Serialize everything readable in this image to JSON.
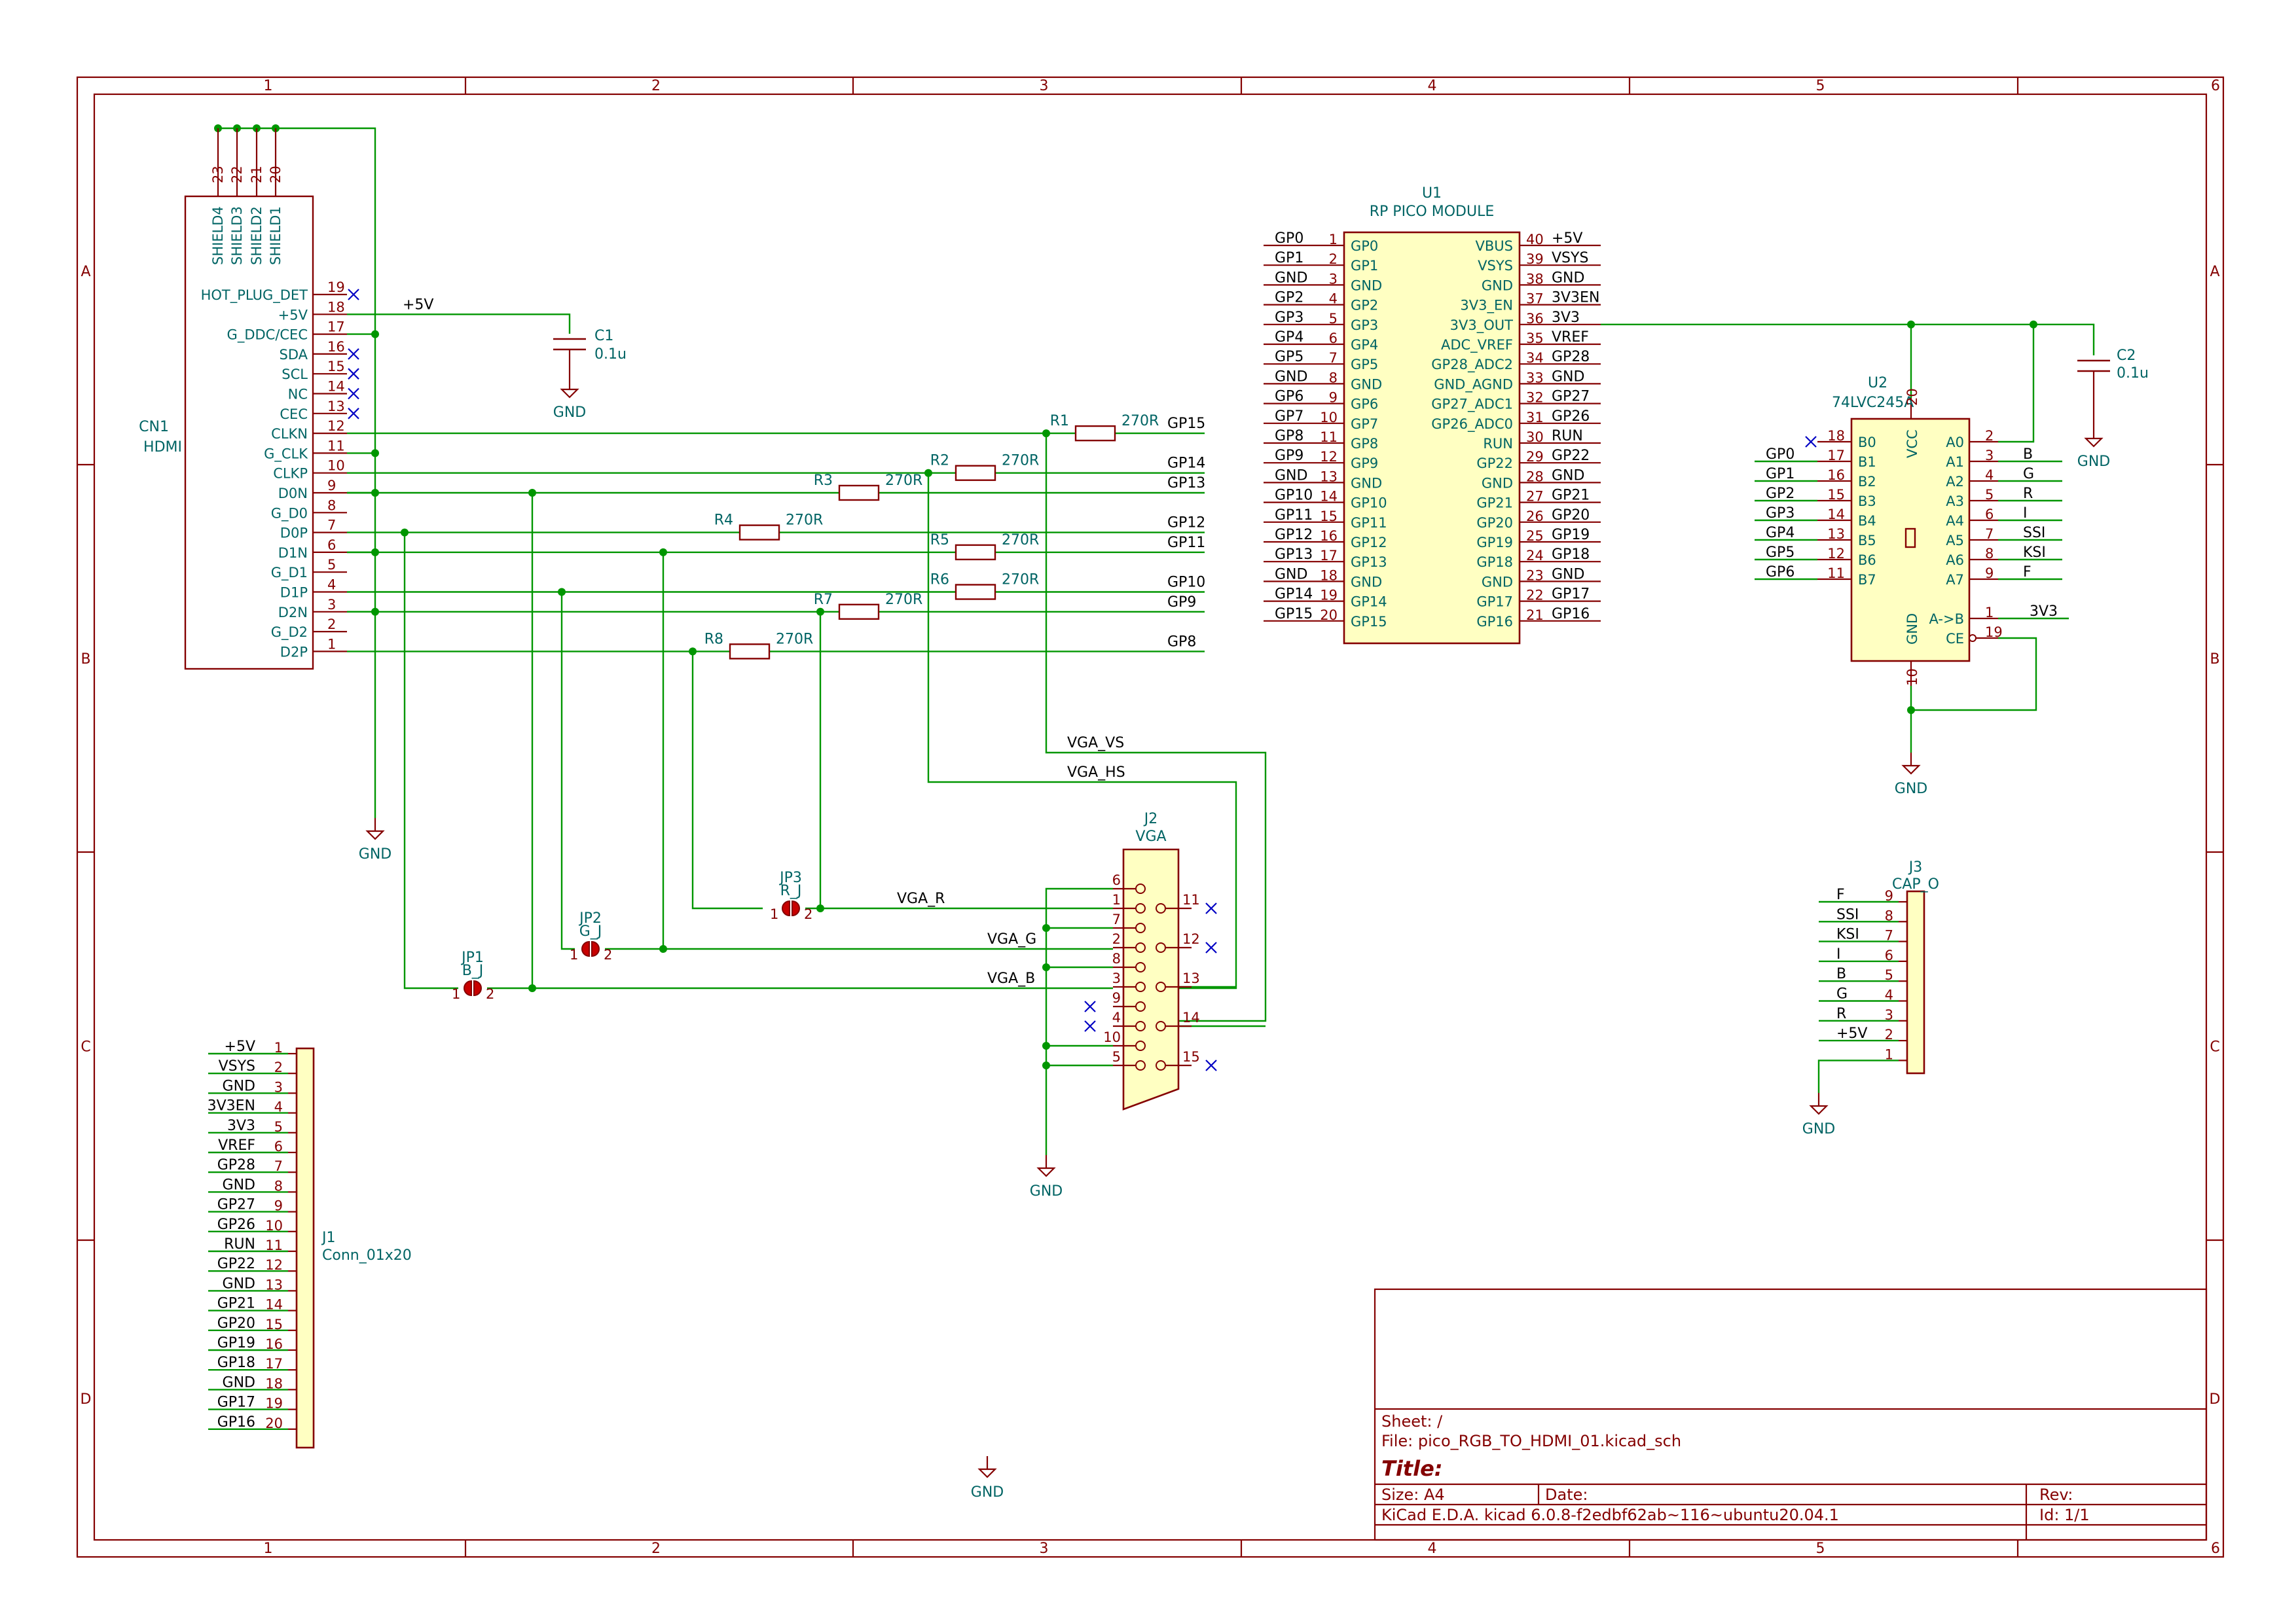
{
  "frame": {
    "cols": [
      "1",
      "2",
      "3",
      "4",
      "5",
      "6"
    ],
    "rows": [
      "A",
      "B",
      "C",
      "D"
    ]
  },
  "cn1": {
    "ref": "CN1",
    "value": "HDMI",
    "top_pins": [
      {
        "num": "23",
        "name": "SHIELD4"
      },
      {
        "num": "22",
        "name": "SHIELD3"
      },
      {
        "num": "21",
        "name": "SHIELD2"
      },
      {
        "num": "20",
        "name": "SHIELD1"
      }
    ],
    "pins": [
      {
        "num": "19",
        "name": "HOT_PLUG_DET"
      },
      {
        "num": "18",
        "name": "+5V"
      },
      {
        "num": "17",
        "name": "G_DDC/CEC"
      },
      {
        "num": "16",
        "name": "SDA"
      },
      {
        "num": "15",
        "name": "SCL"
      },
      {
        "num": "14",
        "name": "NC"
      },
      {
        "num": "13",
        "name": "CEC"
      },
      {
        "num": "12",
        "name": "CLKN"
      },
      {
        "num": "11",
        "name": "G_CLK"
      },
      {
        "num": "10",
        "name": "CLKP"
      },
      {
        "num": "9",
        "name": "D0N"
      },
      {
        "num": "8",
        "name": "G_D0"
      },
      {
        "num": "7",
        "name": "D0P"
      },
      {
        "num": "6",
        "name": "D1N"
      },
      {
        "num": "5",
        "name": "G_D1"
      },
      {
        "num": "4",
        "name": "D1P"
      },
      {
        "num": "3",
        "name": "D2N"
      },
      {
        "num": "2",
        "name": "G_D2"
      },
      {
        "num": "1",
        "name": "D2P"
      }
    ]
  },
  "c1": {
    "ref": "C1",
    "value": "0.1u",
    "net": "+5V",
    "gnd": "GND"
  },
  "c2": {
    "ref": "C2",
    "value": "0.1u",
    "gnd": "GND"
  },
  "resistors": [
    {
      "ref": "R1",
      "value": "270R"
    },
    {
      "ref": "R2",
      "value": "270R"
    },
    {
      "ref": "R3",
      "value": "270R"
    },
    {
      "ref": "R4",
      "value": "270R"
    },
    {
      "ref": "R5",
      "value": "270R"
    },
    {
      "ref": "R6",
      "value": "270R"
    },
    {
      "ref": "R7",
      "value": "270R"
    },
    {
      "ref": "R8",
      "value": "270R"
    }
  ],
  "gp_labels": [
    "GP15",
    "GP14",
    "GP13",
    "GP12",
    "GP11",
    "GP10",
    "GP9",
    "GP8"
  ],
  "nets": {
    "vga_vs": "VGA_VS",
    "vga_hs": "VGA_HS",
    "vga_r": "VGA_R",
    "vga_g": "VGA_G",
    "vga_b": "VGA_B",
    "gnd": "GND",
    "v3v3": "3V3"
  },
  "jumpers": [
    {
      "ref": "JP1",
      "value": "B_J",
      "p1": "1",
      "p2": "2"
    },
    {
      "ref": "JP2",
      "value": "G_J",
      "p1": "1",
      "p2": "2"
    },
    {
      "ref": "JP3",
      "value": "R_J",
      "p1": "1",
      "p2": "2"
    }
  ],
  "j2": {
    "ref": "J2",
    "value": "VGA",
    "left_pins": [
      "6",
      "1",
      "7",
      "2",
      "8",
      "3",
      "9",
      "4",
      "10",
      "5"
    ],
    "right_pins": [
      "11",
      "12",
      "13",
      "14",
      "15"
    ]
  },
  "u1": {
    "ref": "U1",
    "value": "RP PICO MODULE",
    "left": [
      {
        "num": "1",
        "name": "GP0",
        "net": "GP0"
      },
      {
        "num": "2",
        "name": "GP1",
        "net": "GP1"
      },
      {
        "num": "3",
        "name": "GND",
        "net": "GND"
      },
      {
        "num": "4",
        "name": "GP2",
        "net": "GP2"
      },
      {
        "num": "5",
        "name": "GP3",
        "net": "GP3"
      },
      {
        "num": "6",
        "name": "GP4",
        "net": "GP4"
      },
      {
        "num": "7",
        "name": "GP5",
        "net": "GP5"
      },
      {
        "num": "8",
        "name": "GND",
        "net": "GND"
      },
      {
        "num": "9",
        "name": "GP6",
        "net": "GP6"
      },
      {
        "num": "10",
        "name": "GP7",
        "net": "GP7"
      },
      {
        "num": "11",
        "name": "GP8",
        "net": "GP8"
      },
      {
        "num": "12",
        "name": "GP9",
        "net": "GP9"
      },
      {
        "num": "13",
        "name": "GND",
        "net": "GND"
      },
      {
        "num": "14",
        "name": "GP10",
        "net": "GP10"
      },
      {
        "num": "15",
        "name": "GP11",
        "net": "GP11"
      },
      {
        "num": "16",
        "name": "GP12",
        "net": "GP12"
      },
      {
        "num": "17",
        "name": "GP13",
        "net": "GP13"
      },
      {
        "num": "18",
        "name": "GND",
        "net": "GND"
      },
      {
        "num": "19",
        "name": "GP14",
        "net": "GP14"
      },
      {
        "num": "20",
        "name": "GP15",
        "net": "GP15"
      }
    ],
    "right": [
      {
        "num": "40",
        "name": "VBUS",
        "net": "+5V"
      },
      {
        "num": "39",
        "name": "VSYS",
        "net": "VSYS"
      },
      {
        "num": "38",
        "name": "GND",
        "net": "GND"
      },
      {
        "num": "37",
        "name": "3V3_EN",
        "net": "3V3EN"
      },
      {
        "num": "36",
        "name": "3V3_OUT",
        "net": "3V3"
      },
      {
        "num": "35",
        "name": "ADC_VREF",
        "net": "VREF"
      },
      {
        "num": "34",
        "name": "GP28_ADC2",
        "net": "GP28"
      },
      {
        "num": "33",
        "name": "GND_AGND",
        "net": "GND"
      },
      {
        "num": "32",
        "name": "GP27_ADC1",
        "net": "GP27"
      },
      {
        "num": "31",
        "name": "GP26_ADC0",
        "net": "GP26"
      },
      {
        "num": "30",
        "name": "RUN",
        "net": "RUN"
      },
      {
        "num": "29",
        "name": "GP22",
        "net": "GP22"
      },
      {
        "num": "28",
        "name": "GND",
        "net": "GND"
      },
      {
        "num": "27",
        "name": "GP21",
        "net": "GP21"
      },
      {
        "num": "26",
        "name": "GP20",
        "net": "GP20"
      },
      {
        "num": "25",
        "name": "GP19",
        "net": "GP19"
      },
      {
        "num": "24",
        "name": "GP18",
        "net": "GP18"
      },
      {
        "num": "23",
        "name": "GND",
        "net": "GND"
      },
      {
        "num": "22",
        "name": "GP17",
        "net": "GP17"
      },
      {
        "num": "21",
        "name": "GP16",
        "net": "GP16"
      }
    ]
  },
  "u2": {
    "ref": "U2",
    "value": "74LVC245A",
    "vcc_pin": "20",
    "vcc": "VCC",
    "gnd_pin": "10",
    "gnd": "GND",
    "dir_label": "A->B",
    "dir_pin": "1",
    "ce_label": "CE",
    "ce_pin": "19",
    "left": [
      {
        "num": "18",
        "name": "B0",
        "net": ""
      },
      {
        "num": "17",
        "name": "B1",
        "net": "GP0"
      },
      {
        "num": "16",
        "name": "B2",
        "net": "GP1"
      },
      {
        "num": "15",
        "name": "B3",
        "net": "GP2"
      },
      {
        "num": "14",
        "name": "B4",
        "net": "GP3"
      },
      {
        "num": "13",
        "name": "B5",
        "net": "GP4"
      },
      {
        "num": "12",
        "name": "B6",
        "net": "GP5"
      },
      {
        "num": "11",
        "name": "B7",
        "net": "GP6"
      }
    ],
    "right": [
      {
        "num": "2",
        "name": "A0",
        "net": ""
      },
      {
        "num": "3",
        "name": "A1",
        "net": "B"
      },
      {
        "num": "4",
        "name": "A2",
        "net": "G"
      },
      {
        "num": "5",
        "name": "A3",
        "net": "R"
      },
      {
        "num": "6",
        "name": "A4",
        "net": "I"
      },
      {
        "num": "7",
        "name": "A5",
        "net": "SSI"
      },
      {
        "num": "8",
        "name": "A6",
        "net": "KSI"
      },
      {
        "num": "9",
        "name": "A7",
        "net": "F"
      }
    ]
  },
  "j3": {
    "ref": "J3",
    "value": "CAP_O",
    "pins": [
      {
        "num": "9",
        "net": "F"
      },
      {
        "num": "8",
        "net": "SSI"
      },
      {
        "num": "7",
        "net": "KSI"
      },
      {
        "num": "6",
        "net": "I"
      },
      {
        "num": "5",
        "net": "B"
      },
      {
        "num": "4",
        "net": "G"
      },
      {
        "num": "3",
        "net": "R"
      },
      {
        "num": "2",
        "net": "+5V"
      },
      {
        "num": "1",
        "net": ""
      }
    ]
  },
  "j1": {
    "ref": "J1",
    "value": "Conn_01x20",
    "pins": [
      {
        "num": "1",
        "net": "+5V"
      },
      {
        "num": "2",
        "net": "VSYS"
      },
      {
        "num": "3",
        "net": "GND"
      },
      {
        "num": "4",
        "net": "3V3EN"
      },
      {
        "num": "5",
        "net": "3V3"
      },
      {
        "num": "6",
        "net": "VREF"
      },
      {
        "num": "7",
        "net": "GP28"
      },
      {
        "num": "8",
        "net": "GND"
      },
      {
        "num": "9",
        "net": "GP27"
      },
      {
        "num": "10",
        "net": "GP26"
      },
      {
        "num": "11",
        "net": "RUN"
      },
      {
        "num": "12",
        "net": "GP22"
      },
      {
        "num": "13",
        "net": "GND"
      },
      {
        "num": "14",
        "net": "GP21"
      },
      {
        "num": "15",
        "net": "GP20"
      },
      {
        "num": "16",
        "net": "GP19"
      },
      {
        "num": "17",
        "net": "GP18"
      },
      {
        "num": "18",
        "net": "GND"
      },
      {
        "num": "19",
        "net": "GP17"
      },
      {
        "num": "20",
        "net": "GP16"
      }
    ]
  },
  "title_block": {
    "sheet": "Sheet: /",
    "file": "File: pico_RGB_TO_HDMI_01.kicad_sch",
    "title": "Title:",
    "size": "Size: A4",
    "date": "Date:",
    "rev": "Rev:",
    "tool": "KiCad E.D.A.  kicad 6.0.8-f2edbf62ab~116~ubuntu20.04.1",
    "id": "Id: 1/1"
  }
}
